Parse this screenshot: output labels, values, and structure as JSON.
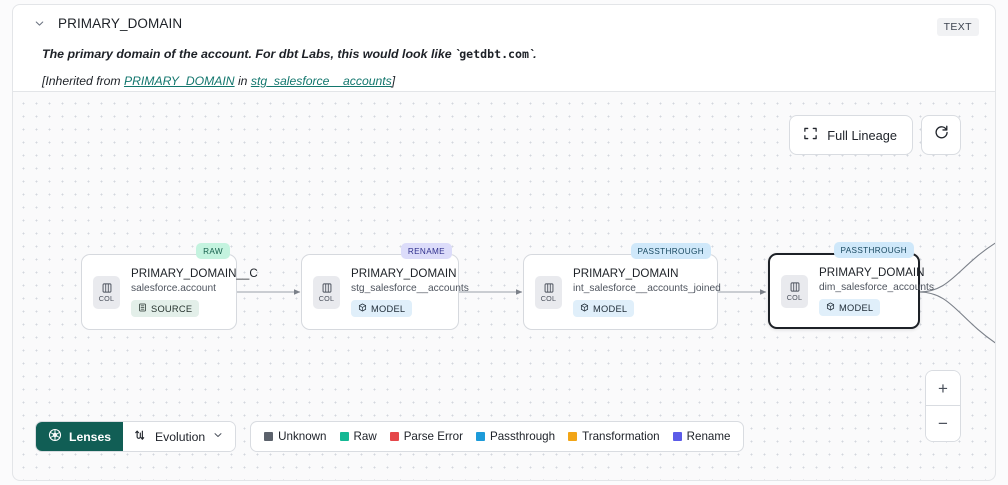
{
  "header": {
    "collapse_icon": "chevron-down-icon",
    "title": "PRIMARY_DOMAIN",
    "type_badge": "TEXT",
    "description_prefix": "The primary domain of the account. For dbt Labs, this would look like `",
    "description_code": "getdbt.com",
    "description_suffix": "`.",
    "inherited_open": "[Inherited from ",
    "inherited_link_1": "PRIMARY_DOMAIN",
    "inherited_mid": " in ",
    "inherited_link_2": "stg_salesforce__accounts",
    "inherited_close": "]"
  },
  "canvas": {
    "full_lineage_label": "Full Lineage",
    "full_lineage_icon": "expand-icon",
    "refresh_icon": "refresh-icon",
    "zoom_in_label": "+",
    "zoom_out_label": "−"
  },
  "nodes": [
    {
      "tag": "RAW",
      "tag_class": "tag-raw",
      "col_icon": "column-icon",
      "col_label": "COL",
      "title": "PRIMARY_DOMAIN__C",
      "subtitle": "salesforce.account",
      "badge": "SOURCE",
      "badge_icon": "database-icon",
      "badge_class": "badge-source",
      "selected": false
    },
    {
      "tag": "RENAME",
      "tag_class": "tag-rename",
      "col_icon": "column-icon",
      "col_label": "COL",
      "title": "PRIMARY_DOMAIN",
      "subtitle": "stg_salesforce__accounts",
      "badge": "MODEL",
      "badge_icon": "cube-icon",
      "badge_class": "badge-model",
      "selected": false
    },
    {
      "tag": "PASSTHROUGH",
      "tag_class": "tag-passthrough",
      "col_icon": "column-icon",
      "col_label": "COL",
      "title": "PRIMARY_DOMAIN",
      "subtitle": "int_salesforce__accounts_joined",
      "badge": "MODEL",
      "badge_icon": "cube-icon",
      "badge_class": "badge-model",
      "selected": false
    },
    {
      "tag": "PASSTHROUGH",
      "tag_class": "tag-passthrough",
      "col_icon": "column-icon",
      "col_label": "COL",
      "title": "PRIMARY_DOMAIN",
      "subtitle": "dim_salesforce_accounts",
      "badge": "MODEL",
      "badge_icon": "cube-icon",
      "badge_class": "badge-model",
      "selected": true
    }
  ],
  "toolbar": {
    "lenses_label": "Lenses",
    "lenses_icon": "aperture-icon",
    "evolution_label": "Evolution",
    "evolution_icon": "evolution-flow-icon",
    "evolution_caret": "chevron-down-icon"
  },
  "legend": [
    {
      "label": "Unknown",
      "color": "#5c626c"
    },
    {
      "label": "Raw",
      "color": "#14b894"
    },
    {
      "label": "Parse Error",
      "color": "#e5474a"
    },
    {
      "label": "Passthrough",
      "color": "#1d9bd9"
    },
    {
      "label": "Transformation",
      "color": "#f2a516"
    },
    {
      "label": "Rename",
      "color": "#5b5be8"
    }
  ]
}
